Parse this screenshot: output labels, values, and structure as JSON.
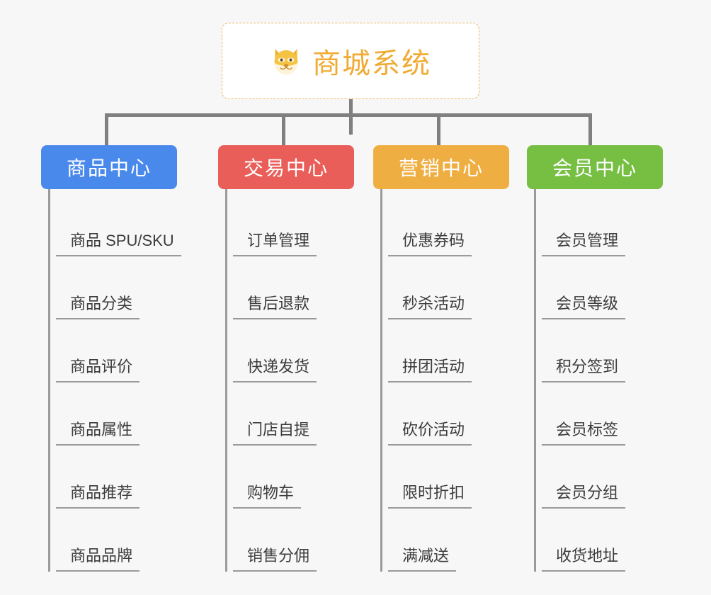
{
  "root": {
    "icon": "shiba-dog-face-icon",
    "title": "商城系统",
    "title_color": "#f0ab34",
    "border_color": "#e8b764"
  },
  "connector": {
    "color": "#808080"
  },
  "columns": [
    {
      "id": "product-center",
      "label": "商品中心",
      "color": "#4a89ec",
      "items": [
        "商品 SPU/SKU",
        "商品分类",
        "商品评价",
        "商品属性",
        "商品推荐",
        "商品品牌"
      ]
    },
    {
      "id": "trade-center",
      "label": "交易中心",
      "color": "#e95e58",
      "items": [
        "订单管理",
        "售后退款",
        "快递发货",
        "门店自提",
        "购物车",
        "销售分佣"
      ]
    },
    {
      "id": "marketing-center",
      "label": "营销中心",
      "color": "#efae41",
      "items": [
        "优惠券码",
        "秒杀活动",
        "拼团活动",
        "砍价活动",
        "限时折扣",
        "满减送"
      ]
    },
    {
      "id": "member-center",
      "label": "会员中心",
      "color": "#76bf43",
      "items": [
        "会员管理",
        "会员等级",
        "积分签到",
        "会员标签",
        "会员分组",
        "收货地址"
      ]
    }
  ]
}
